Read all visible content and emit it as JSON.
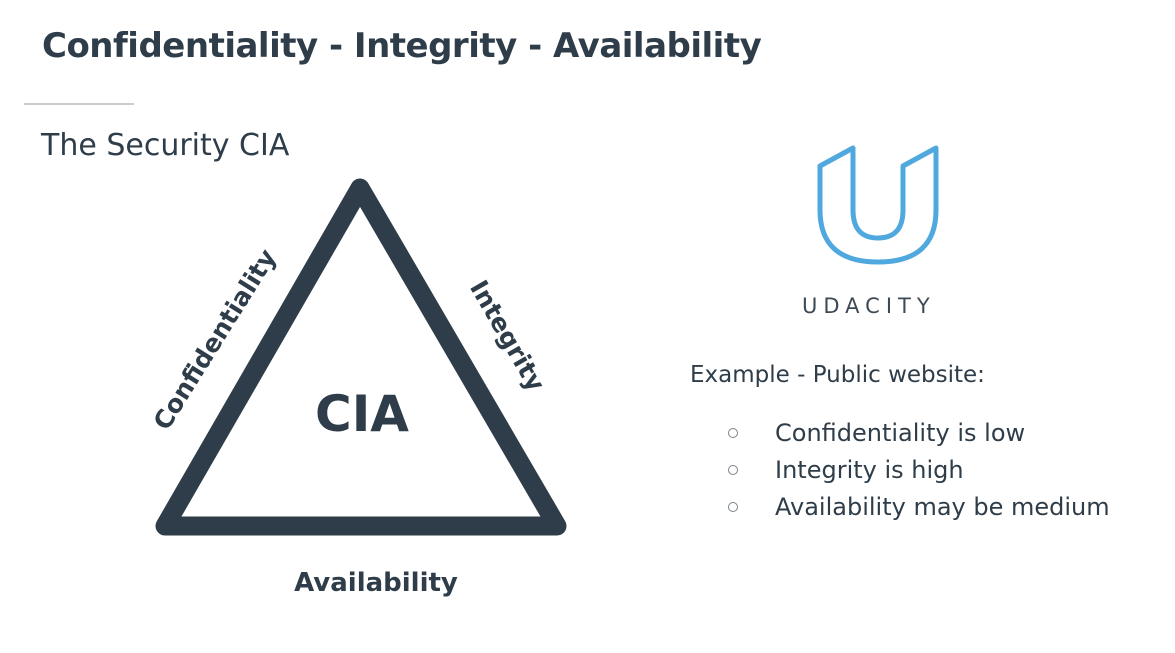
{
  "slide": {
    "title": "Confidentiality - Integrity - Availability",
    "subtitle": "The Security CIA"
  },
  "diagram": {
    "center_label": "CIA",
    "left_edge_label": "Confidentiality",
    "right_edge_label": "Integrity",
    "bottom_edge_label": "Availability",
    "stroke_color": "#2e3d49"
  },
  "logo": {
    "icon": "udacity-u-icon",
    "caption": "UDACITY",
    "color": "#4fa8de"
  },
  "example": {
    "heading": "Example - Public website:",
    "items": [
      "Confidentiality is low",
      "Integrity is high",
      "Availability may be medium"
    ]
  }
}
